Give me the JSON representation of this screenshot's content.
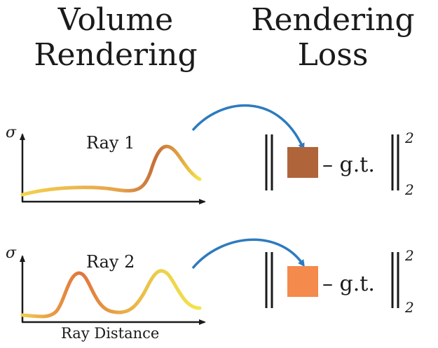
{
  "headings": {
    "volume": [
      "Volume",
      "Rendering"
    ],
    "loss": [
      "Rendering",
      "Loss"
    ]
  },
  "rays": [
    {
      "label": "Ray 1",
      "axis_symbol": "σ",
      "color_swatch": "#b0643a",
      "term": "– g.t.",
      "exponent": "2",
      "subscript": "2"
    },
    {
      "label": "Ray 2",
      "axis_symbol": "σ",
      "color_swatch": "#f48a4c",
      "term": "– g.t.",
      "exponent": "2",
      "subscript": "2"
    }
  ],
  "x_axis_label": "Ray Distance",
  "colors": {
    "arrow": "#2e7abf",
    "curve_start": "#f2c94c",
    "curve_mid": "#e07a3a",
    "curve_peak": "#c76a3a",
    "curve_end": "#f3e24b"
  }
}
